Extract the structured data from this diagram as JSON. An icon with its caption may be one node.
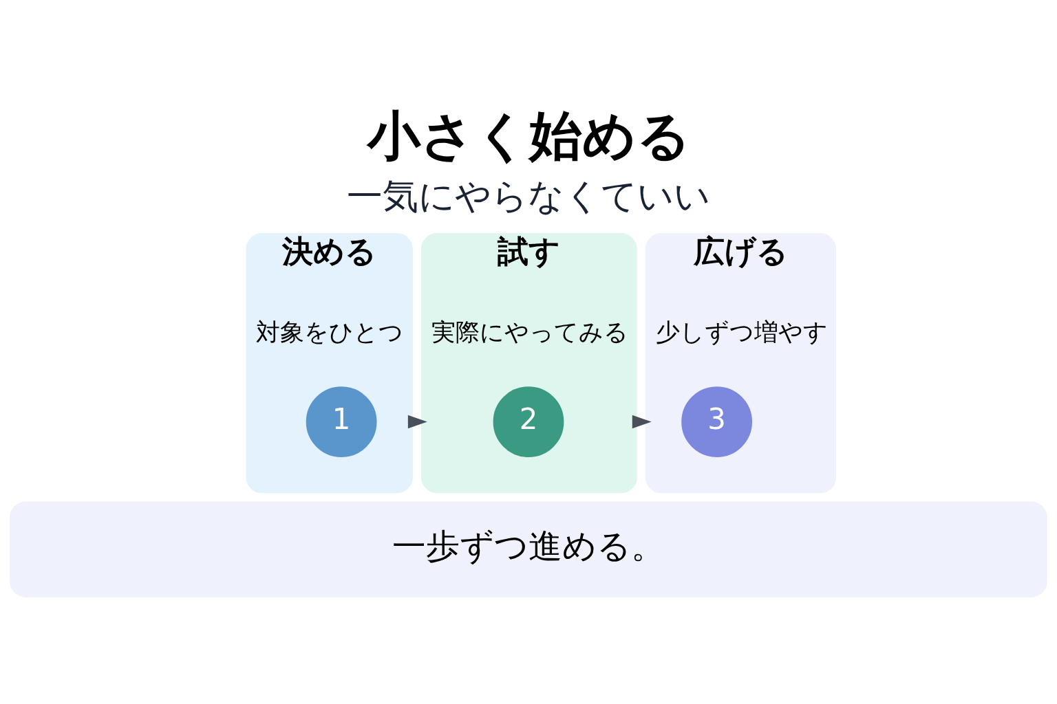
{
  "diagram": {
    "title": "小さく始める",
    "nodes": [
      {
        "text": [
          "決める",
          "対象をひとつ"
        ]
      },
      {
        "text": [
          "1"
        ],
        "in": 0
      },
      {
        "text": [
          "試す",
          "実際にやってみる"
        ]
      },
      {
        "text": [
          "2"
        ],
        "in": 2
      },
      {
        "text": [
          "広げる",
          "少しずつ増やす"
        ]
      },
      {
        "text": [
          "3"
        ],
        "in": 4
      },
      {
        "text": [
          "一歩ずつ進める。"
        ]
      }
    ],
    "edges": [
      {
        "from": 0,
        "to": 2,
        "arrow": "to"
      },
      {
        "from": 2,
        "to": 4,
        "arrow": "to"
      }
    ],
    "labels": [
      "一気にやらなくていい"
    ]
  }
}
